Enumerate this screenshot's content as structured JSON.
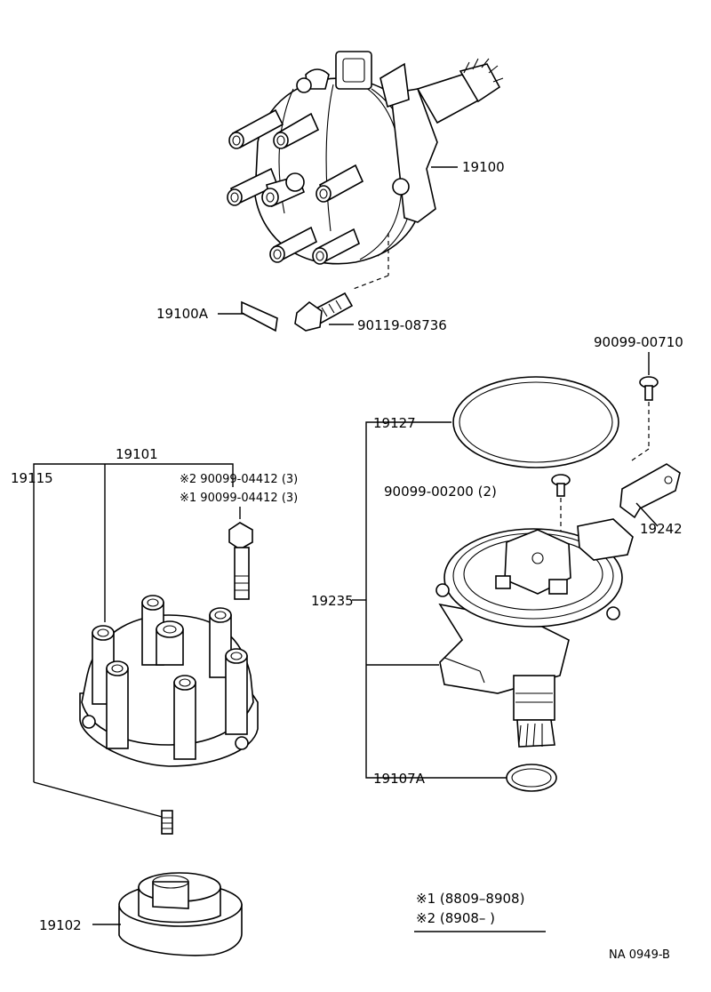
{
  "labels": {
    "p19100": "19100",
    "p19100A": "19100A",
    "p90119": "90119-08736",
    "p90099_00710": "90099-00710",
    "p19127": "19127",
    "p90099_00200": "90099-00200 (2)",
    "p19242": "19242",
    "p19235": "19235",
    "p19107A": "19107A",
    "p19101": "19101",
    "p19115": "19115",
    "note2_line": "※2 90099-04412 (3)",
    "note1_line": "※1 90099-04412 (3)",
    "p19102": "19102"
  },
  "legend": {
    "row1": "※1 (8809–8908)",
    "row2": "※2 (8908–         )"
  },
  "footer": {
    "code": "NA  0949-B"
  }
}
